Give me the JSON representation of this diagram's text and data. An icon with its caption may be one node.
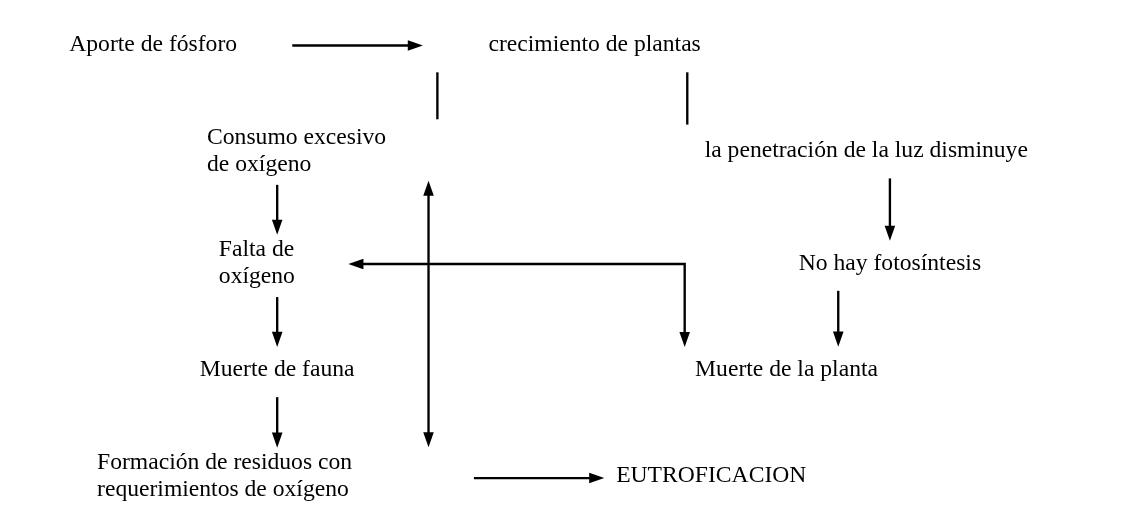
{
  "diagram": {
    "nodes": [
      {
        "text": [
          "Aporte de fósforo"
        ]
      },
      {
        "text": [
          "crecimiento de plantas"
        ]
      },
      {
        "text": [
          "Consumo excesivo de oxígeno"
        ]
      },
      {
        "text": [
          "la penetración de la luz disminuye"
        ]
      },
      {
        "text": [
          "Falta de oxígeno"
        ]
      },
      {
        "text": [
          "No hay fotosíntesis"
        ]
      },
      {
        "text": [
          "Muerte de fauna"
        ]
      },
      {
        "text": [
          "Muerte de la planta"
        ]
      },
      {
        "text": [
          "Formación de residuos con requerimientos de oxígeno"
        ]
      },
      {
        "text": [
          "EUTROFICACION"
        ]
      }
    ],
    "edges": [
      {
        "from": 0,
        "to": 1,
        "arrow": "to"
      },
      {
        "from": 1,
        "to": 2,
        "arrow": "none"
      },
      {
        "from": 1,
        "to": 3,
        "arrow": "none"
      },
      {
        "from": 2,
        "to": 4,
        "arrow": "to"
      },
      {
        "from": 3,
        "to": 5,
        "arrow": "to"
      },
      {
        "from": 4,
        "to": 6,
        "arrow": "to"
      },
      {
        "from": 5,
        "to": 7,
        "arrow": "to"
      },
      {
        "from": 4,
        "to": 7,
        "arrow": "both"
      },
      {
        "from": 6,
        "to": 8,
        "arrow": "to"
      },
      {
        "from": 8,
        "to": 9,
        "arrow": "to"
      },
      {
        "from": 8,
        "to": 2,
        "arrow": "both"
      }
    ]
  }
}
